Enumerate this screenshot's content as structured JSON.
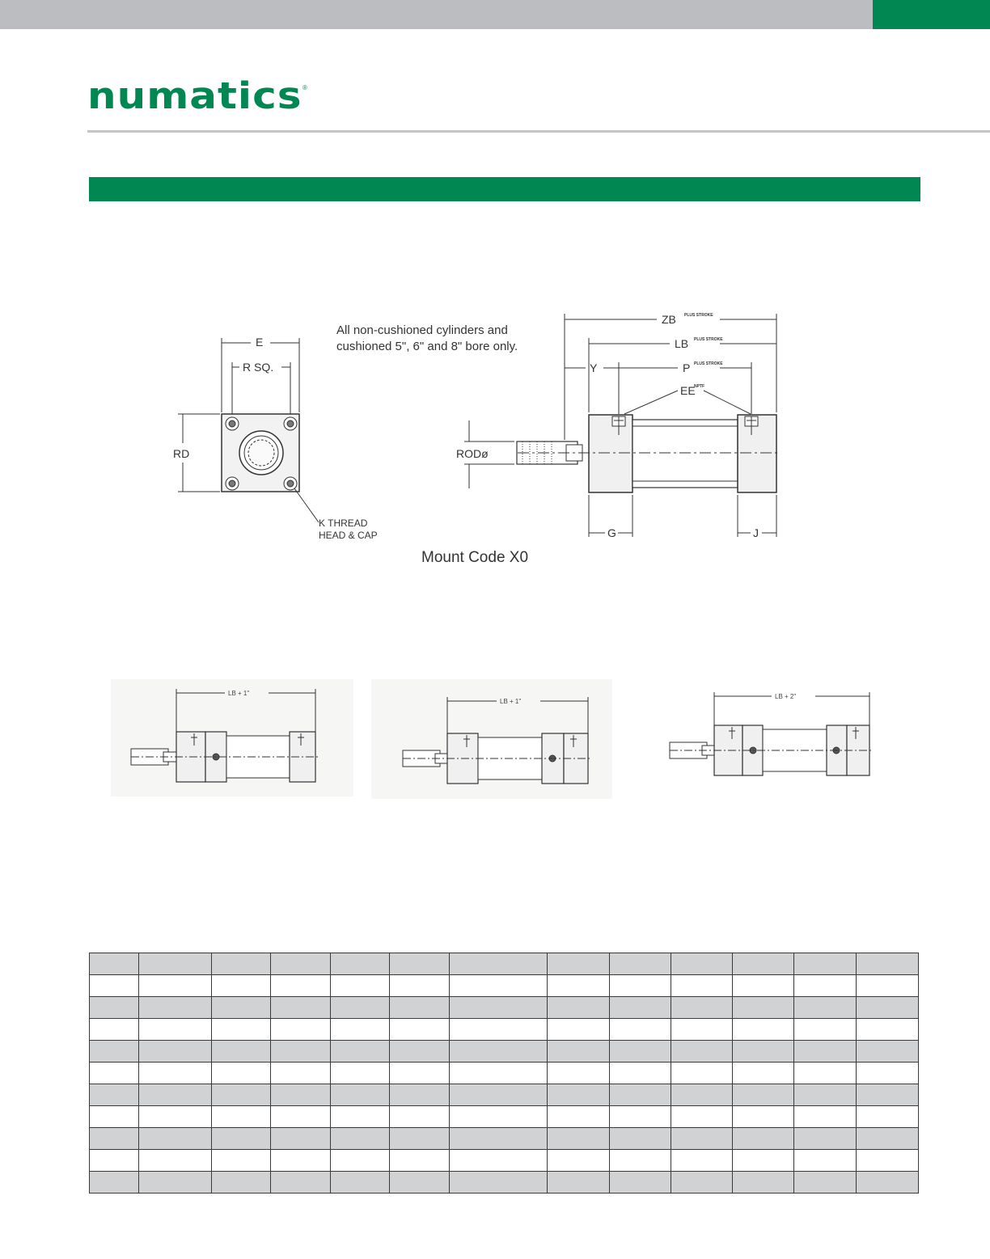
{
  "brand": {
    "logo_text": "numatics",
    "registered_mark": "®",
    "accent_color": "#008752",
    "topbar_color": "#bcbdc0"
  },
  "main_drawing": {
    "note": "All non-cushioned cylinders and cushioned 5\", 6\" and 8\" bore only.",
    "mount_code": "Mount Code X0",
    "front_view": {
      "e": "E",
      "r_sq": "R  SQ.",
      "rd": "RD",
      "k_thread": "K THREAD",
      "head_cap": "HEAD & CAP"
    },
    "side_view": {
      "zb": "ZB",
      "lb": "LB",
      "y": "Y",
      "p": "P",
      "ee": "EE",
      "rod": "RODø",
      "g": "G",
      "j": "J",
      "plus_stroke": "PLUS STROKE",
      "nptf": "NPTF"
    }
  },
  "variants": [
    {
      "label": "LB + 1\""
    },
    {
      "label": "LB + 1\""
    },
    {
      "label": "LB + 2\""
    }
  ],
  "table": {
    "rows": 11,
    "columns": 13,
    "header_color": "#d1d2d4"
  }
}
